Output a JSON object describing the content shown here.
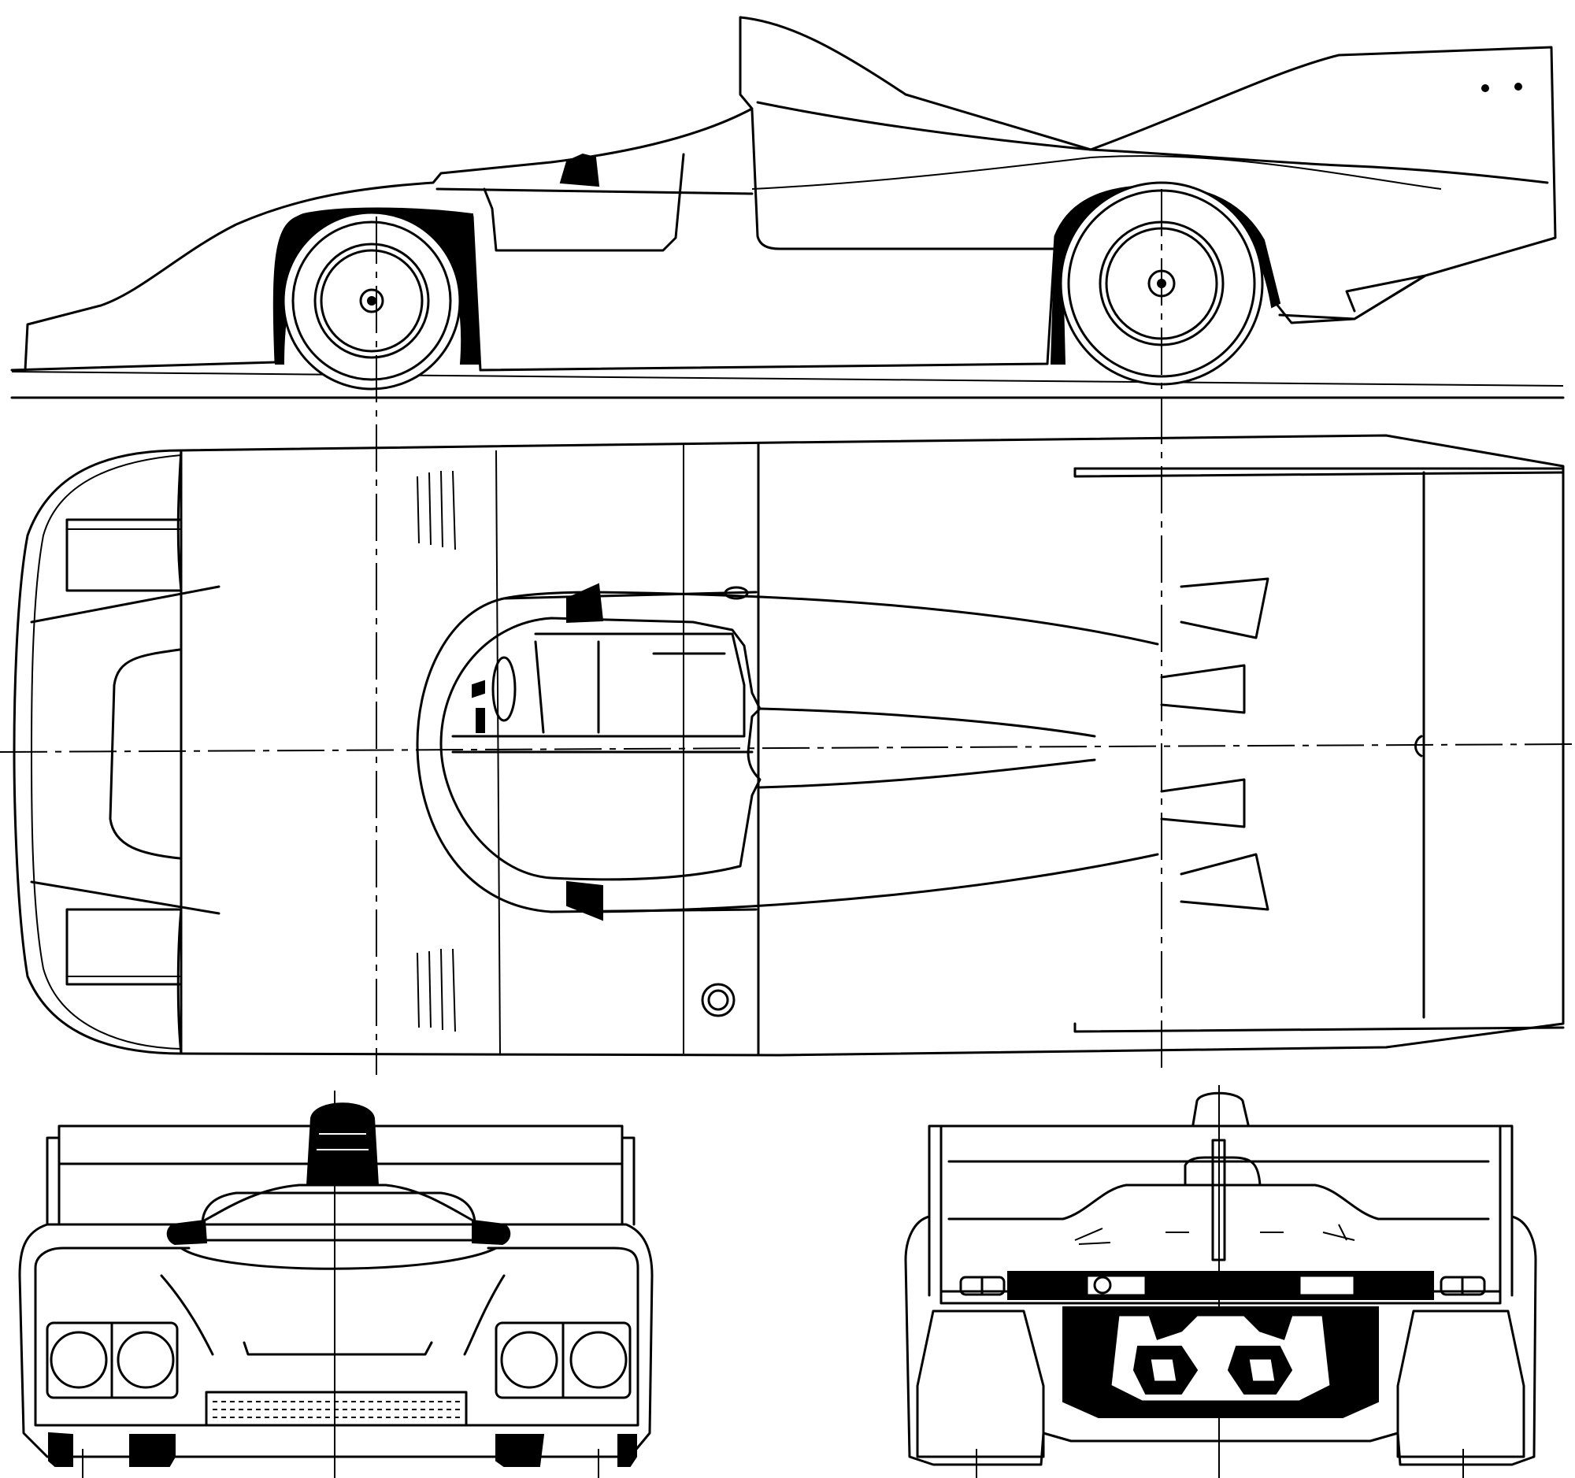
{
  "drawing": {
    "subject": "race-car-blueprint",
    "views": [
      "side-view",
      "top-view",
      "front-view",
      "rear-view"
    ],
    "colors": {
      "ink": "#000000",
      "paper": "#ffffff"
    }
  }
}
